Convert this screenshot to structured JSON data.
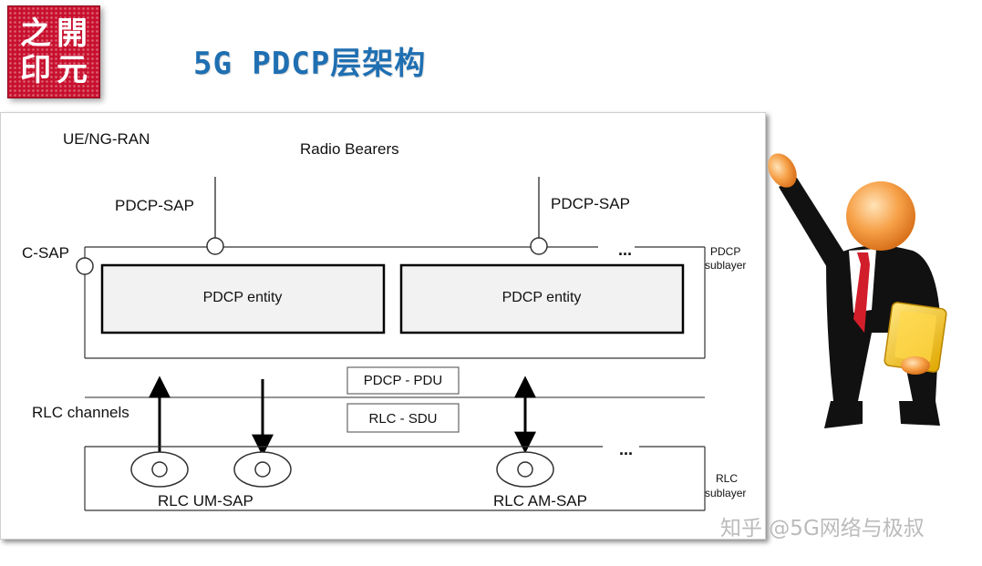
{
  "logo": {
    "chars": [
      "之",
      "開",
      "印",
      "元"
    ]
  },
  "page_title": "5G PDCP层架构",
  "diagram": {
    "ue_label": "UE/NG-RAN",
    "radio_bearers": "Radio Bearers",
    "pdcp_sap_left": "PDCP-SAP",
    "pdcp_sap_right": "PDCP-SAP",
    "c_sap": "C-SAP",
    "ellipsis_top": "...",
    "ellipsis_bottom": "...",
    "pdcp_sublayer": [
      "PDCP",
      "sublayer"
    ],
    "pdcp_entity_1": "PDCP entity",
    "pdcp_entity_2": "PDCP entity",
    "pdcp_pdu": "PDCP - PDU",
    "rlc_sdu": "RLC - SDU",
    "rlc_channels": "RLC channels",
    "rlc_um_sap": "RLC UM-SAP",
    "rlc_am_sap": "RLC AM-SAP",
    "rlc_sublayer": [
      "RLC",
      "sublayer"
    ]
  },
  "colors": {
    "title": "#1f6fb2",
    "logo_red": "#c8102e",
    "entity_fill": "#f2f2f2"
  },
  "watermark": "知乎 @5G网络与极叔"
}
